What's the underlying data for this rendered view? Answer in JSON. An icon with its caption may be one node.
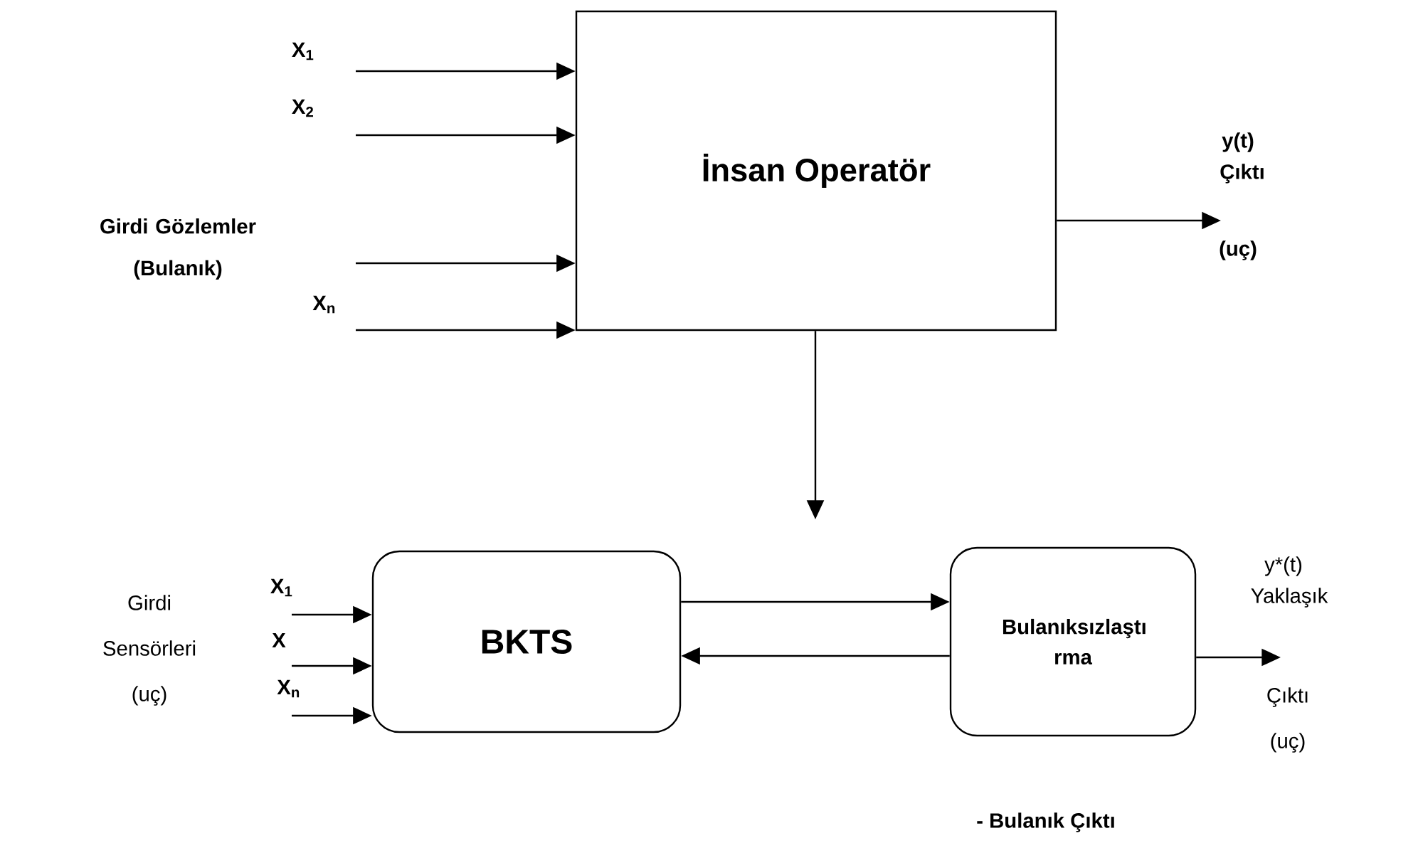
{
  "diagram": {
    "nodes": [
      {
        "text": [
          "İnsan Operatör"
        ]
      },
      {
        "text": [
          "BKTS"
        ]
      },
      {
        "text": [
          "Bulanıksızlaştı rma"
        ]
      }
    ],
    "edges": [
      {
        "from": null,
        "to": 0,
        "arrow": "to",
        "label": "X$_{1}$"
      },
      {
        "from": null,
        "to": 0,
        "arrow": "to",
        "label": "X$_{2}$"
      },
      {
        "from": null,
        "to": 0,
        "arrow": "to"
      },
      {
        "from": null,
        "to": 0,
        "arrow": "to",
        "label": "X$_{n}$"
      },
      {
        "from": 0,
        "to": null,
        "arrow": "to"
      },
      {
        "from": 0,
        "to": null,
        "arrow": "to"
      },
      {
        "from": null,
        "to": 1,
        "arrow": "to",
        "label": "X$_{1}$"
      },
      {
        "from": null,
        "to": 1,
        "arrow": "to",
        "label": "X"
      },
      {
        "from": null,
        "to": 1,
        "arrow": "to",
        "label": "X$_{n}$"
      },
      {
        "from": 1,
        "to": 2,
        "arrow": "to"
      },
      {
        "from": 2,
        "to": 1,
        "arrow": "to"
      },
      {
        "from": 2,
        "to": null,
        "arrow": "to"
      }
    ],
    "labels": [
      "Girdi Gözlemler (Bulanık)",
      "y(t)",
      "Çıktı",
      "(uç)",
      "Girdi Sensörleri (uç)",
      "y*(t)",
      "Yaklaşık",
      "Çıktı",
      "(uç)",
      "- Bulanık Çıktı"
    ]
  }
}
